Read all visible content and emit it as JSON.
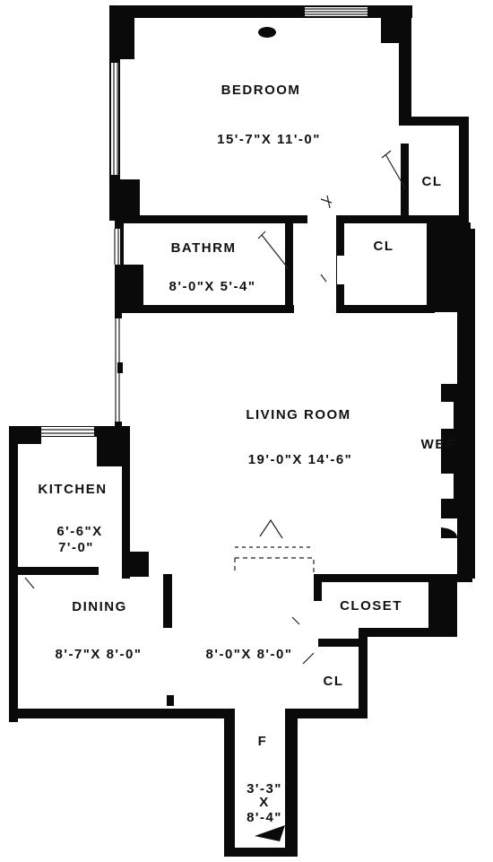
{
  "rooms": {
    "bedroom": {
      "name": "BEDROOM",
      "dims": "15'-7\"X 11'-0\""
    },
    "bathroom": {
      "name": "BATHRM",
      "dims": "8'-0\"X 5'-4\""
    },
    "bath_closet": {
      "name": "CL"
    },
    "bed_closet": {
      "name": "CL"
    },
    "living": {
      "name": "LIVING ROOM",
      "dims": "19'-0\"X 14'-6\""
    },
    "fireplace": {
      "name": "WBF"
    },
    "kitchen": {
      "name": "KITCHEN",
      "dims_line1": "6'-6\"X",
      "dims_line2": "7'-0\""
    },
    "dining": {
      "name": "DINING",
      "dims": "8'-7\"X 8'-0\""
    },
    "hall": {
      "dims": "8'-0\"X 8'-0\""
    },
    "closet": {
      "name": "CLOSET"
    },
    "hall_closet": {
      "name": "CL"
    },
    "foyer": {
      "name": "F",
      "dims_line1": "3'-3\"",
      "dims_line2": "X",
      "dims_line3": "8'-4\""
    }
  }
}
